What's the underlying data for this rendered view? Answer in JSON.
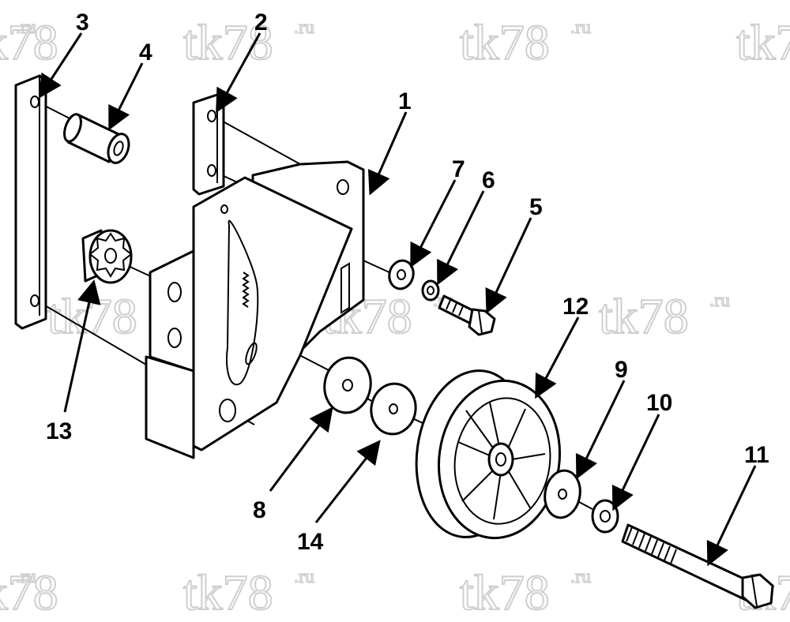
{
  "watermark": {
    "main": "tk78",
    "suffix": ".ru"
  },
  "callouts": [
    {
      "id": "1",
      "label": "1"
    },
    {
      "id": "2",
      "label": "2"
    },
    {
      "id": "3",
      "label": "3"
    },
    {
      "id": "4",
      "label": "4"
    },
    {
      "id": "5",
      "label": "5"
    },
    {
      "id": "6",
      "label": "6"
    },
    {
      "id": "7",
      "label": "7"
    },
    {
      "id": "8",
      "label": "8"
    },
    {
      "id": "9",
      "label": "9"
    },
    {
      "id": "10",
      "label": "10"
    },
    {
      "id": "11",
      "label": "11"
    },
    {
      "id": "12",
      "label": "12"
    },
    {
      "id": "13",
      "label": "13"
    },
    {
      "id": "14",
      "label": "14"
    }
  ]
}
